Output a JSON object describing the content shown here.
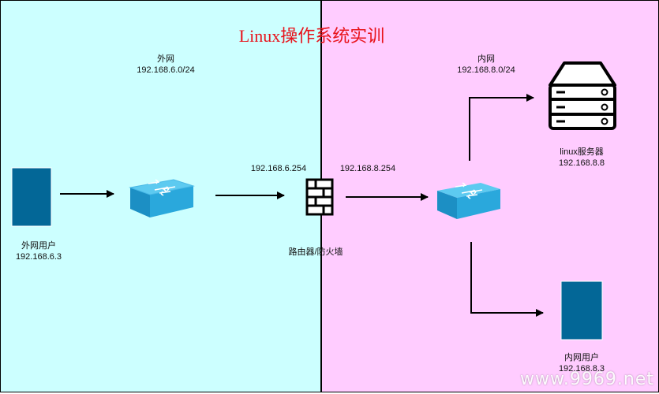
{
  "title": "Linux操作系统实训",
  "colors": {
    "external_zone": "#ccffff",
    "internal_zone": "#ffccff",
    "title": "#e8131b",
    "device_blue": "#036797",
    "switch_blue": "#3ab5e6"
  },
  "zones": {
    "external": {
      "name": "外网",
      "subnet": "192.168.6.0/24"
    },
    "internal": {
      "name": "内网",
      "subnet": "192.168.8.0/24"
    }
  },
  "nodes": {
    "external_user": {
      "name": "外网用户",
      "ip": "192.168.6.3",
      "icon": "workstation-icon"
    },
    "external_switch": {
      "icon": "switch-icon"
    },
    "router": {
      "name": "路由器/防火墙",
      "left_ip": "192.168.6.254",
      "right_ip": "192.168.8.254",
      "icon": "firewall-icon"
    },
    "internal_switch": {
      "icon": "switch-icon"
    },
    "server": {
      "name": "linux服务器",
      "ip": "192.168.8.8",
      "icon": "server-icon"
    },
    "internal_user": {
      "name": "内网用户",
      "ip": "192.168.8.3",
      "icon": "workstation-icon"
    }
  },
  "watermark": "www.9969.net"
}
